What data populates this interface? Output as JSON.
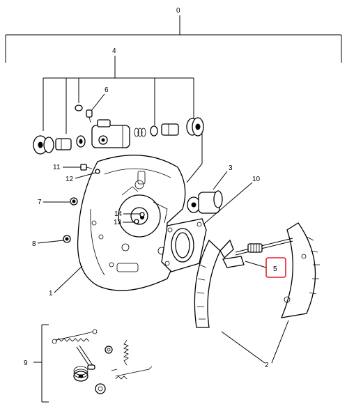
{
  "callouts": {
    "c0": "0",
    "c1": "1",
    "c2": "2",
    "c3": "3",
    "c4": "4",
    "c5": "5",
    "c6": "6",
    "c7": "7",
    "c8": "8",
    "c9": "9",
    "c10": "10",
    "c11": "11",
    "c12": "12",
    "c13": "13",
    "c14": "14"
  },
  "highlight": {
    "color": "#e0202f",
    "callout": "5"
  }
}
